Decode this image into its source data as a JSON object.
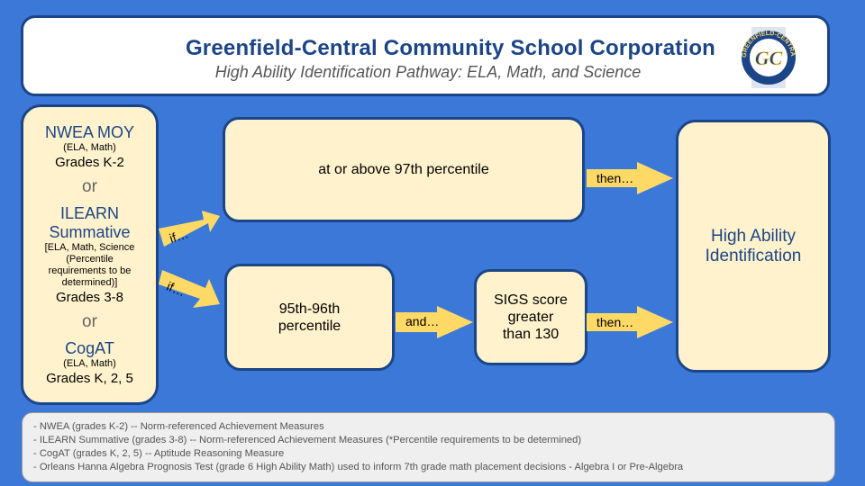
{
  "header": {
    "title": "Greenfield-Central Community School Corporation",
    "subtitle": "High Ability Identification Pathway: ELA, Math, and Science",
    "logo_text": "GREENFIELD-CENTRAL SCHOOLS",
    "logo_initials": "GC"
  },
  "assessments": {
    "nwea_title": "NWEA MOY",
    "nwea_subjects": "(ELA, Math)",
    "nwea_grades": "Grades K-2",
    "or1": "or",
    "ilearn_title_1": "ILEARN",
    "ilearn_title_2": "Summative",
    "ilearn_line_1": "[ELA, Math, Science",
    "ilearn_line_2": "(Percentile",
    "ilearn_line_3": "requirements to be",
    "ilearn_line_4": "determined)]",
    "ilearn_grades": "Grades 3-8",
    "or2": "or",
    "cogat_title": "CogAT",
    "cogat_subjects": "(ELA, Math)",
    "cogat_grades": "Grades K, 2, 5"
  },
  "flow": {
    "if_top": "if…",
    "if_bottom": "if…",
    "criterion_top": "at or above 97th percentile",
    "criterion_bottom_1": "95th-96th",
    "criterion_bottom_2": "percentile",
    "and_label": "and…",
    "sigs_1": "SIGS score",
    "sigs_2": "greater",
    "sigs_3": "than 130",
    "then_top": "then…",
    "then_bottom": "then…",
    "result_1": "High Ability",
    "result_2": "Identification"
  },
  "notes": [
    "- NWEA (grades K-2) -- Norm-referenced Achievement Measures",
    "- ILEARN Summative (grades 3-8) -- Norm-referenced Achievement Measures (*Percentile requirements to be determined)",
    "- CogAT (grades K, 2, 5) -- Aptitude Reasoning Measure",
    "- Orleans Hanna Algebra Prognosis Test (grade 6 High Ability Math) used to inform 7th grade math placement decisions - Algebra I or Pre-Algebra"
  ],
  "colors": {
    "background": "#3c78d8",
    "box_fill": "#fff2cc",
    "box_border": "#1c4587",
    "arrow_fill": "#ffd966",
    "title_color": "#1c4587"
  }
}
